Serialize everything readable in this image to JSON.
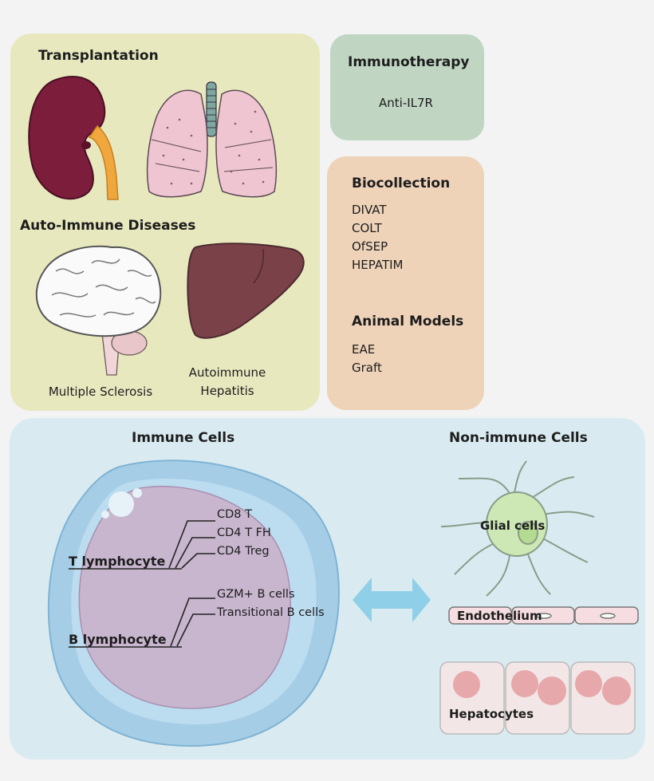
{
  "transplantation": {
    "title": "Transplantation",
    "autoimmune_title": "Auto-Immune Diseases",
    "ms_caption": "Multiple Sclerosis",
    "hepatitis_caption_line1": "Autoimmune",
    "hepatitis_caption_line2": "Hepatitis"
  },
  "immunotherapy": {
    "title": "Immunotherapy",
    "item": "Anti-IL7R"
  },
  "biocollection": {
    "title": "Biocollection",
    "items": [
      "DIVAT",
      "COLT",
      "OfSEP",
      "HEPATIM"
    ],
    "animal_title": "Animal Models",
    "animal_items": [
      "EAE",
      "Graft"
    ]
  },
  "cells": {
    "immune_title": "Immune Cells",
    "nonimmune_title": "Non-immune Cells",
    "t_label": "T lymphocyte",
    "t_subtypes": [
      "CD8 T",
      "CD4 T FH",
      "CD4 Treg"
    ],
    "b_label": "B lymphocyte",
    "b_subtypes": [
      "GZM+ B cells",
      "Transitional B cells"
    ],
    "glial": "Glial cells",
    "endothelium": "Endothelium",
    "hepatocytes": "Hepatocytes"
  },
  "colors": {
    "transplant_bg": "#e8e8bf",
    "immunotherapy_bg": "#c0d6c2",
    "biocollection_bg": "#efd3b9",
    "cells_bg": "#d9ebf1",
    "arrow": "#8fd0e8"
  }
}
